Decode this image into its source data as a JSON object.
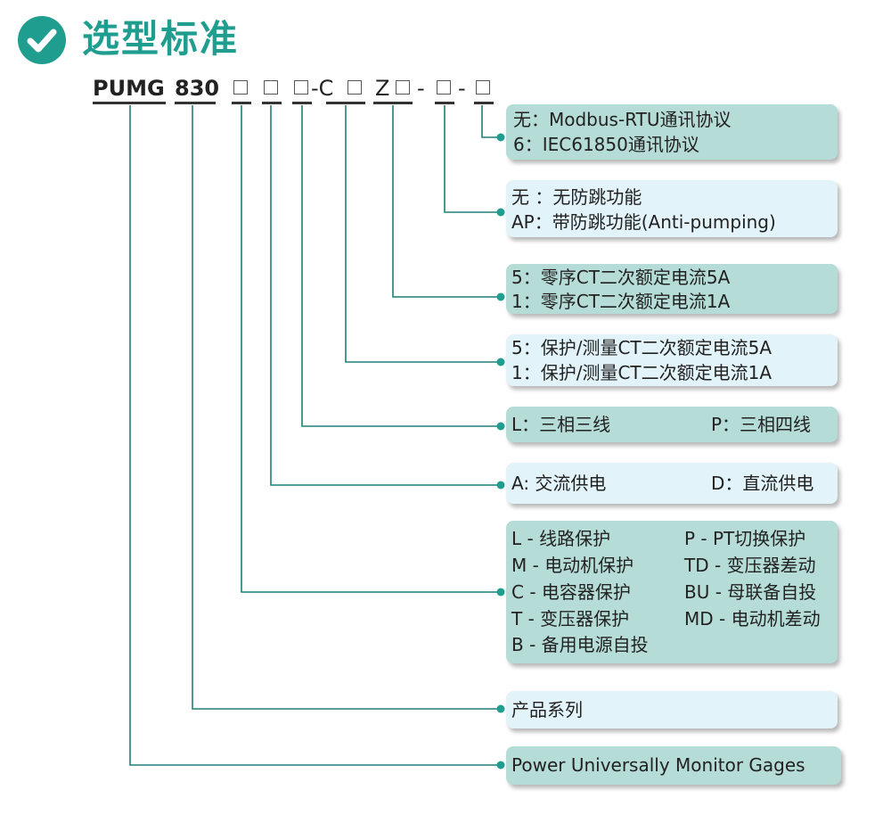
{
  "header": {
    "title": "选型标准"
  },
  "model_code": {
    "prefix": "PUMG",
    "number": "830",
    "sep1": "-C",
    "z_letter": "Z",
    "dash": "-"
  },
  "options": [
    {
      "lines": [
        "无：Modbus-RTU通讯协议",
        "6：IEC61850通讯协议"
      ]
    },
    {
      "lines": [
        "无 ：无防跳功能",
        "AP：带防跳功能(Anti-pumping)"
      ]
    },
    {
      "lines": [
        "5：零序CT二次额定电流5A",
        "1：零序CT二次额定电流1A"
      ]
    },
    {
      "lines": [
        "5：保护/测量CT二次额定电流5A",
        "1：保护/测量CT二次额定电流1A"
      ]
    },
    {
      "left": "L：三相三线",
      "right": "P：三相四线"
    },
    {
      "left": "A: 交流供电",
      "right": "D：直流供电"
    },
    {
      "left_lines": [
        "L - 线路保护",
        "M - 电动机保护",
        "C - 电容器保护",
        "T - 变压器保护",
        "B - 备用电源自投"
      ],
      "right_lines": [
        "P - PT切换保护",
        "TD - 变压器差动",
        "BU - 母联备自投",
        "MD - 电动机差动"
      ]
    },
    {
      "lines": [
        "产品系列"
      ]
    },
    {
      "lines": [
        "Power Universally Monitor Gages"
      ]
    }
  ],
  "colors": {
    "accent": "#1f9e90",
    "card_teal": "#b5dcd7",
    "card_light": "#e2f3f9",
    "connector": "#1f7f79"
  }
}
